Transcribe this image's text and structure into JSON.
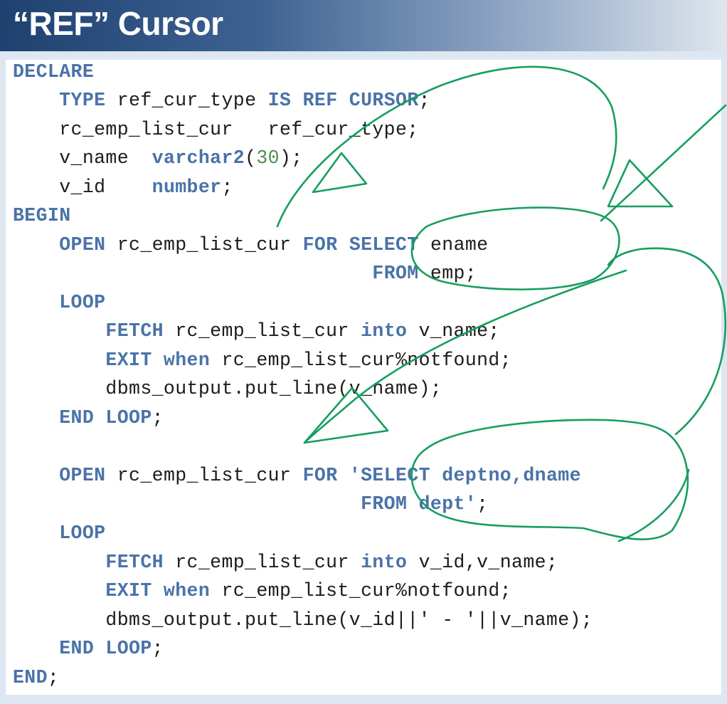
{
  "slide": {
    "title": "“REF” Cursor"
  },
  "code": {
    "lines": [
      [
        {
          "t": "DECLARE",
          "c": "kw"
        }
      ],
      [
        {
          "t": "    ",
          "c": "pn"
        },
        {
          "t": "TYPE",
          "c": "kw"
        },
        {
          "t": " ref_cur_type ",
          "c": "id"
        },
        {
          "t": "IS REF CURSOR",
          "c": "kw"
        },
        {
          "t": ";",
          "c": "pn"
        }
      ],
      [
        {
          "t": "    rc_emp_list_cur   ref_cur_type;",
          "c": "id"
        }
      ],
      [
        {
          "t": "    v_name  ",
          "c": "id"
        },
        {
          "t": "varchar2",
          "c": "tp"
        },
        {
          "t": "(",
          "c": "pn"
        },
        {
          "t": "30",
          "c": "num"
        },
        {
          "t": ");",
          "c": "pn"
        }
      ],
      [
        {
          "t": "    v_id    ",
          "c": "id"
        },
        {
          "t": "number",
          "c": "tp"
        },
        {
          "t": ";",
          "c": "pn"
        }
      ],
      [
        {
          "t": "BEGIN",
          "c": "kw"
        }
      ],
      [
        {
          "t": "    ",
          "c": "pn"
        },
        {
          "t": "OPEN",
          "c": "kw"
        },
        {
          "t": " rc_emp_list_cur ",
          "c": "id"
        },
        {
          "t": "FOR",
          "c": "kw"
        },
        {
          "t": " ",
          "c": "pn"
        },
        {
          "t": "SELECT",
          "c": "kw"
        },
        {
          "t": " ename",
          "c": "id"
        }
      ],
      [
        {
          "t": "                               ",
          "c": "pn"
        },
        {
          "t": "FROM",
          "c": "kw"
        },
        {
          "t": " emp;",
          "c": "id"
        }
      ],
      [
        {
          "t": "",
          "c": "pn"
        }
      ],
      [
        {
          "t": "    ",
          "c": "pn"
        },
        {
          "t": "LOOP",
          "c": "kw"
        }
      ],
      [
        {
          "t": "        ",
          "c": "pn"
        },
        {
          "t": "FETCH",
          "c": "kw"
        },
        {
          "t": " rc_emp_list_cur ",
          "c": "id"
        },
        {
          "t": "into",
          "c": "kw"
        },
        {
          "t": " v_name;",
          "c": "id"
        }
      ],
      [
        {
          "t": "        ",
          "c": "pn"
        },
        {
          "t": "EXIT when",
          "c": "kw"
        },
        {
          "t": " rc_emp_list_cur%notfound;",
          "c": "id"
        }
      ],
      [
        {
          "t": "        dbms_output.put_line(v_name);",
          "c": "id"
        }
      ],
      [
        {
          "t": "    ",
          "c": "pn"
        },
        {
          "t": "END LOOP",
          "c": "kw"
        },
        {
          "t": ";",
          "c": "pn"
        }
      ],
      [
        {
          "t": "",
          "c": "pn"
        }
      ],
      [
        {
          "t": "    ",
          "c": "pn"
        },
        {
          "t": "OPEN",
          "c": "kw"
        },
        {
          "t": " rc_emp_list_cur ",
          "c": "id"
        },
        {
          "t": "FOR",
          "c": "kw"
        },
        {
          "t": " ",
          "c": "pn"
        },
        {
          "t": "'SELECT deptno,dname",
          "c": "st"
        }
      ],
      [
        {
          "t": "                              ",
          "c": "pn"
        },
        {
          "t": "FROM dept'",
          "c": "st"
        },
        {
          "t": ";",
          "c": "pn"
        }
      ],
      [
        {
          "t": "",
          "c": "pn"
        }
      ],
      [
        {
          "t": "    ",
          "c": "pn"
        },
        {
          "t": "LOOP",
          "c": "kw"
        }
      ],
      [
        {
          "t": "        ",
          "c": "pn"
        },
        {
          "t": "FETCH",
          "c": "kw"
        },
        {
          "t": " rc_emp_list_cur ",
          "c": "id"
        },
        {
          "t": "into",
          "c": "kw"
        },
        {
          "t": " v_id,v_name;",
          "c": "id"
        }
      ],
      [
        {
          "t": "        ",
          "c": "pn"
        },
        {
          "t": "EXIT when",
          "c": "kw"
        },
        {
          "t": " rc_emp_list_cur%notfound;",
          "c": "id"
        }
      ],
      [
        {
          "t": "        dbms_output.put_line(v_id||' - '||v_name);",
          "c": "id"
        }
      ],
      [
        {
          "t": "    ",
          "c": "pn"
        },
        {
          "t": "END LOOP",
          "c": "kw"
        },
        {
          "t": ";",
          "c": "pn"
        }
      ],
      [
        {
          "t": "END",
          "c": "kw"
        },
        {
          "t": ";",
          "c": "pn"
        }
      ]
    ]
  },
  "colors": {
    "keyword": "#4a73a8",
    "identifier": "#1c1c1c",
    "number": "#4f8f4f",
    "annotation_ink": "#169e5e",
    "title_bar_dark": "#1e4170"
  }
}
